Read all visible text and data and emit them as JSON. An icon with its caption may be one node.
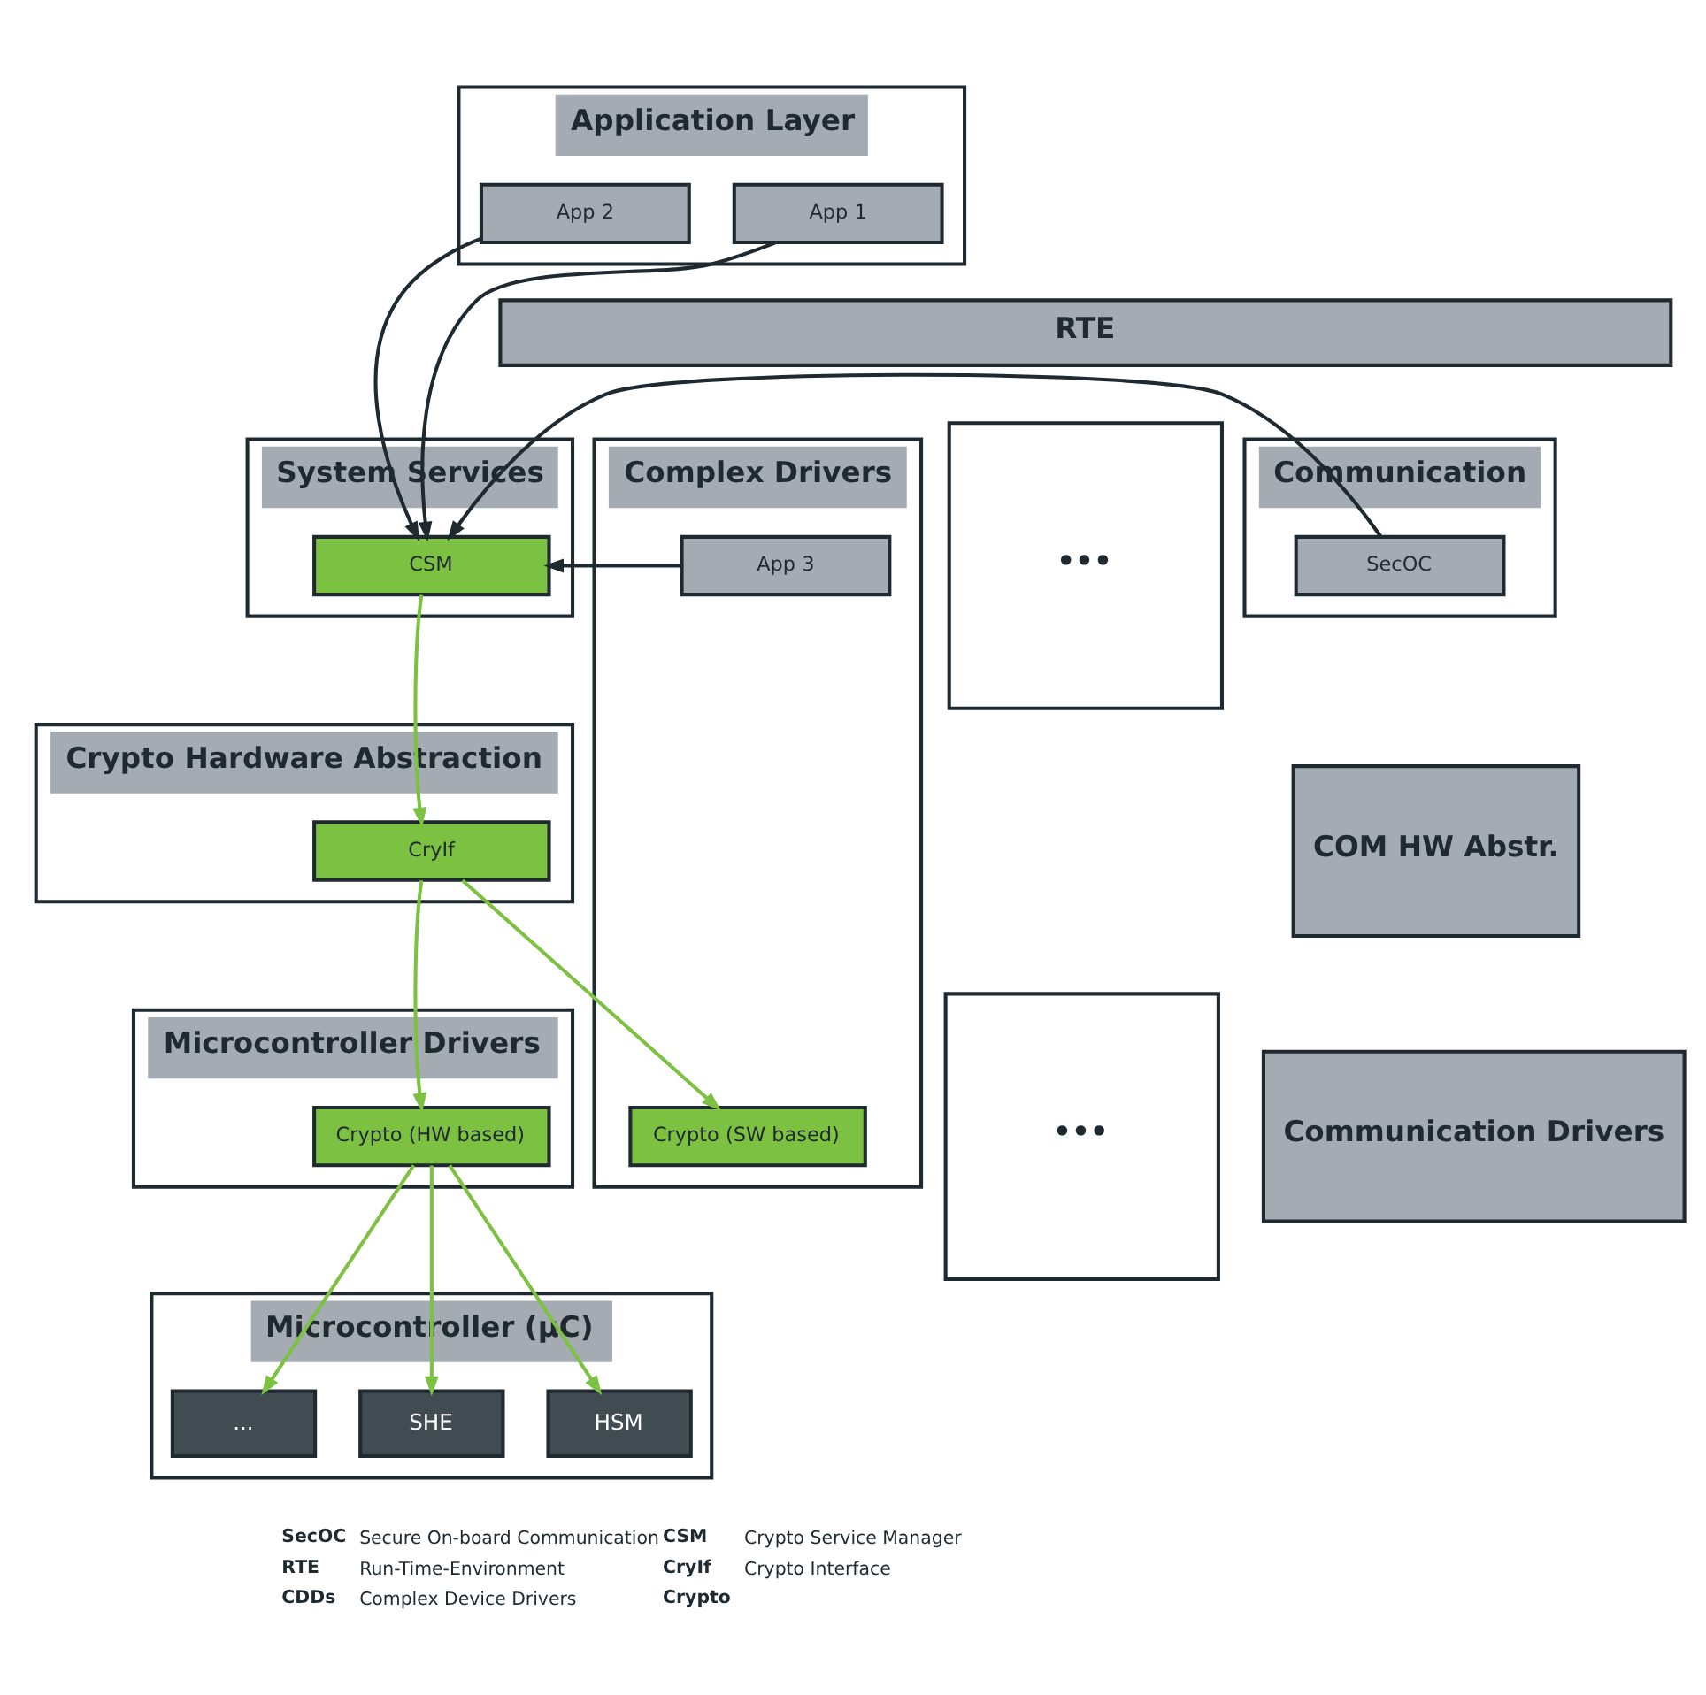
{
  "diagram": {
    "nodes": [
      {
        "text": [
          "Application Layer"
        ]
      },
      {
        "text": [
          "App 1"
        ],
        "in": 0
      },
      {
        "text": [
          "App 2"
        ],
        "in": 0
      },
      {
        "text": [
          "RTE"
        ]
      },
      {
        "text": [
          "System Services"
        ]
      },
      {
        "text": [
          "CSM"
        ],
        "in": 4
      },
      {
        "text": [
          "Communication"
        ]
      },
      {
        "text": [
          "SecOC"
        ],
        "in": 6
      },
      {
        "text": [
          "•••"
        ]
      },
      {
        "text": [
          "Complex Drivers"
        ]
      },
      {
        "text": [
          "App 3"
        ],
        "in": 9
      },
      {
        "text": [
          "Crypto (SW based)"
        ],
        "in": 9
      },
      {
        "text": [
          "Crypto Hardware Abstraction"
        ]
      },
      {
        "text": [
          "CryIf"
        ],
        "in": 12
      },
      {
        "text": [
          "COM HW Abstr."
        ]
      },
      {
        "text": [
          "Microcontroller Drivers"
        ]
      },
      {
        "text": [
          "Crypto (HW based)"
        ],
        "in": 15
      },
      {
        "text": [
          "Communication Drivers"
        ]
      },
      {
        "text": [
          "•••"
        ]
      },
      {
        "text": [
          "Microcontroller (µC)"
        ]
      },
      {
        "text": [
          "HSM"
        ],
        "in": 19
      },
      {
        "text": [
          "SHE"
        ],
        "in": 19
      },
      {
        "text": [
          "..."
        ],
        "in": 19
      }
    ],
    "edges": [
      {
        "from": 1,
        "to": 5,
        "arrow": "to",
        "color": "#1f2a30"
      },
      {
        "from": 2,
        "to": 5,
        "arrow": "to",
        "color": "#1f2a30"
      },
      {
        "from": 7,
        "to": 5,
        "arrow": "to",
        "color": "#1f2a30"
      },
      {
        "from": 10,
        "to": 5,
        "arrow": "to",
        "color": "#1f2a30"
      },
      {
        "from": 5,
        "to": 13,
        "arrow": "to"
      },
      {
        "from": 13,
        "to": 16,
        "arrow": "to"
      },
      {
        "from": 13,
        "to": 11,
        "arrow": "to"
      },
      {
        "from": 16,
        "to": 20,
        "arrow": "to"
      },
      {
        "from": 16,
        "to": 21,
        "arrow": "to"
      },
      {
        "from": 16,
        "to": 22,
        "arrow": "to"
      }
    ],
    "labels": [
      "SecOC",
      "Secure On-board Communication",
      "CSM",
      "Crypto Service Manager",
      "RTE",
      "Run-Time-Environment",
      "CryIf",
      "Crypto Interface",
      "CDDs",
      "Complex Device Drivers",
      "Crypto"
    ]
  }
}
